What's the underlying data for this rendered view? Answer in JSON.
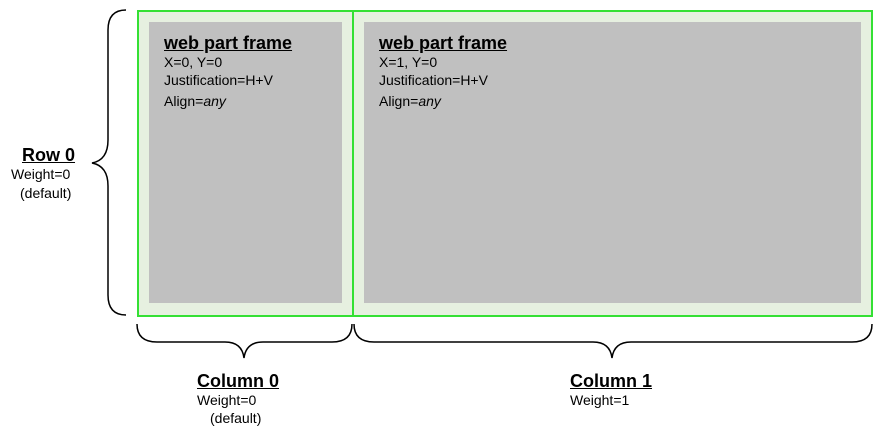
{
  "frames": [
    {
      "title": "web part frame",
      "coords": "X=0, Y=0",
      "justification": "Justification=H+V",
      "align_prefix": "Align=",
      "align_value": "any"
    },
    {
      "title": "web part frame",
      "coords": "X=1, Y=0",
      "justification": "Justification=H+V",
      "align_prefix": "Align=",
      "align_value": "any"
    }
  ],
  "row": {
    "title": "Row 0",
    "weight": "Weight=0",
    "note": "(default)"
  },
  "columns": [
    {
      "title": "Column 0",
      "weight": "Weight=0",
      "note": "(default)"
    },
    {
      "title": "Column 1",
      "weight": "Weight=1"
    }
  ],
  "colors": {
    "grid_border": "#34e034",
    "grid_fill": "#e6f0e0",
    "frame_fill": "#c0c0c0",
    "brace": "#000000"
  }
}
